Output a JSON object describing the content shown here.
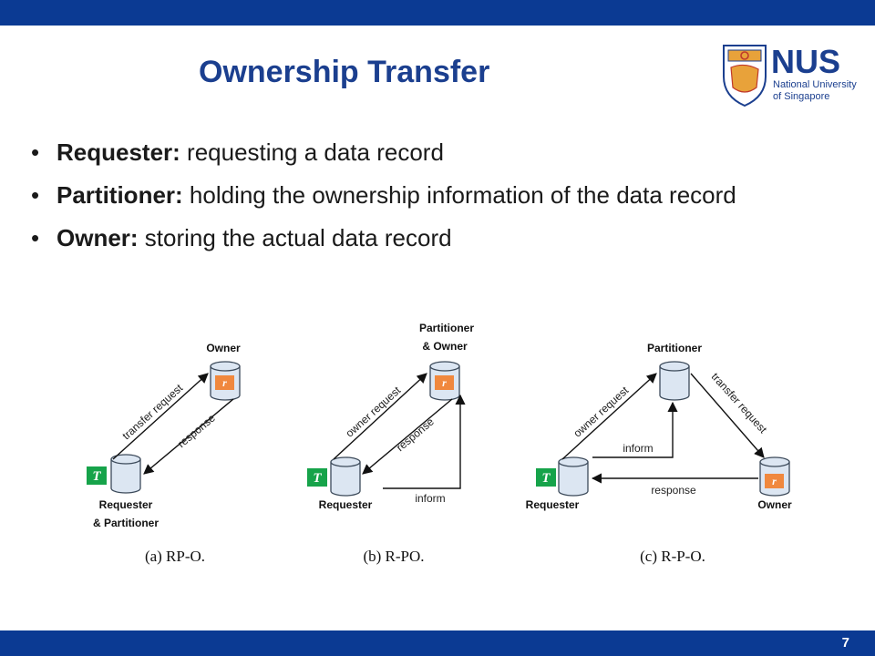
{
  "slide": {
    "title": "Ownership Transfer",
    "page_number": "7"
  },
  "logo": {
    "name": "NUS",
    "subtitle_line1": "National University",
    "subtitle_line2": "of Singapore"
  },
  "bullets": [
    {
      "term": "Requester:",
      "text": " requesting a data record"
    },
    {
      "term": "Partitioner:",
      "text": " holding the ownership information of the data record"
    },
    {
      "term": "Owner:",
      "text": " storing the actual data record"
    }
  ],
  "diagrams": {
    "a": {
      "owner_label": "Owner",
      "requester_label_1": "Requester",
      "requester_label_2": "& Partitioner",
      "edge_request": "transfer request",
      "edge_response": "response",
      "caption": "(a) RP-O."
    },
    "b": {
      "owner_label_1": "Partitioner",
      "owner_label_2": "& Owner",
      "requester_label": "Requester",
      "edge_request": "owner request",
      "edge_response": "response",
      "edge_inform": "inform",
      "caption": "(b) R-PO."
    },
    "c": {
      "partitioner_label": "Partitioner",
      "requester_label": "Requester",
      "owner_label": "Owner",
      "edge_owner_request": "owner request",
      "edge_transfer_request": "transfer request",
      "edge_inform": "inform",
      "edge_response": "response",
      "caption": "(c) R-P-O."
    },
    "record_symbol": "r",
    "transaction_symbol": "T"
  },
  "colors": {
    "bar": "#0b3a93",
    "title": "#1b3f8f",
    "cylinder_fill": "#dce6f2",
    "cylinder_stroke": "#3c4a5a",
    "record_fill": "#f0883e",
    "transaction_fill": "#16a34a"
  }
}
